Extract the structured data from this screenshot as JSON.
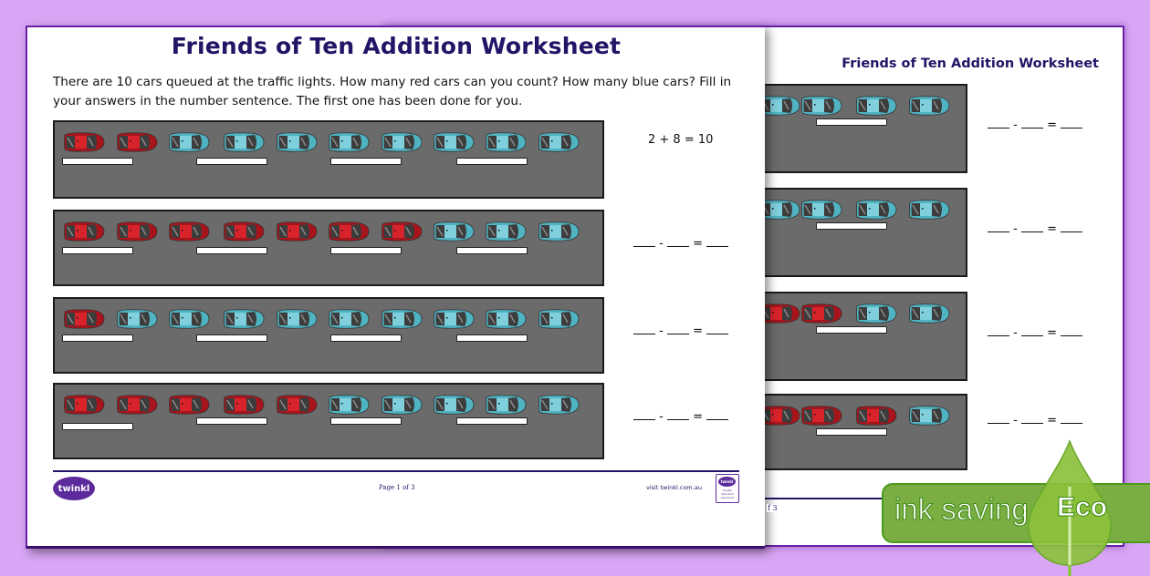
{
  "colors": {
    "background": "#d8a6f5",
    "title": "#241466",
    "road": "#6b6b6b",
    "red_car": "#d9232b",
    "blue_car": "#7fd0dc",
    "eco_green": "#7aad42"
  },
  "back_page": {
    "title": "Friends of Ten Addition Worksheet",
    "footer_fragment": "f 3",
    "rows": [
      {
        "visible_cars": [
          "blue",
          "blue",
          "blue",
          "blue"
        ],
        "equation": {
          "op1": "-",
          "op2": "="
        }
      },
      {
        "visible_cars": [
          "blue",
          "blue",
          "blue",
          "blue"
        ],
        "equation": {
          "op1": "-",
          "op2": "="
        }
      },
      {
        "visible_cars": [
          "red",
          "red",
          "blue",
          "blue"
        ],
        "equation": {
          "op1": "-",
          "op2": "="
        }
      },
      {
        "visible_cars": [
          "red",
          "red",
          "red",
          "blue"
        ],
        "equation": {
          "op1": "-",
          "op2": "="
        }
      }
    ]
  },
  "front_page": {
    "title": "Friends of Ten Addition Worksheet",
    "instructions": "There are 10 cars queued at the traffic lights. How many red cars can you count? How many blue cars? Fill in your answers in the number sentence. The first one has been done for you.",
    "rows": [
      {
        "red": 2,
        "blue": 8,
        "equation": {
          "text": "2 + 8 = 10",
          "completed": true
        }
      },
      {
        "red": 7,
        "blue": 3,
        "equation": {
          "op1": "-",
          "op2": "=",
          "completed": false
        }
      },
      {
        "red": 1,
        "blue": 9,
        "equation": {
          "op1": "-",
          "op2": "=",
          "completed": false
        }
      },
      {
        "red": 5,
        "blue": 5,
        "equation": {
          "op1": "-",
          "op2": "=",
          "completed": false
        }
      }
    ],
    "footer": {
      "logo": "twinkl",
      "page": "Page 1 of 3",
      "website": "visit twinkl.com.au",
      "badge_logo": "twinkl",
      "badge_text": "Quality Standard Approved"
    }
  },
  "eco_badge": {
    "label": "ink saving",
    "word": "Eco"
  }
}
